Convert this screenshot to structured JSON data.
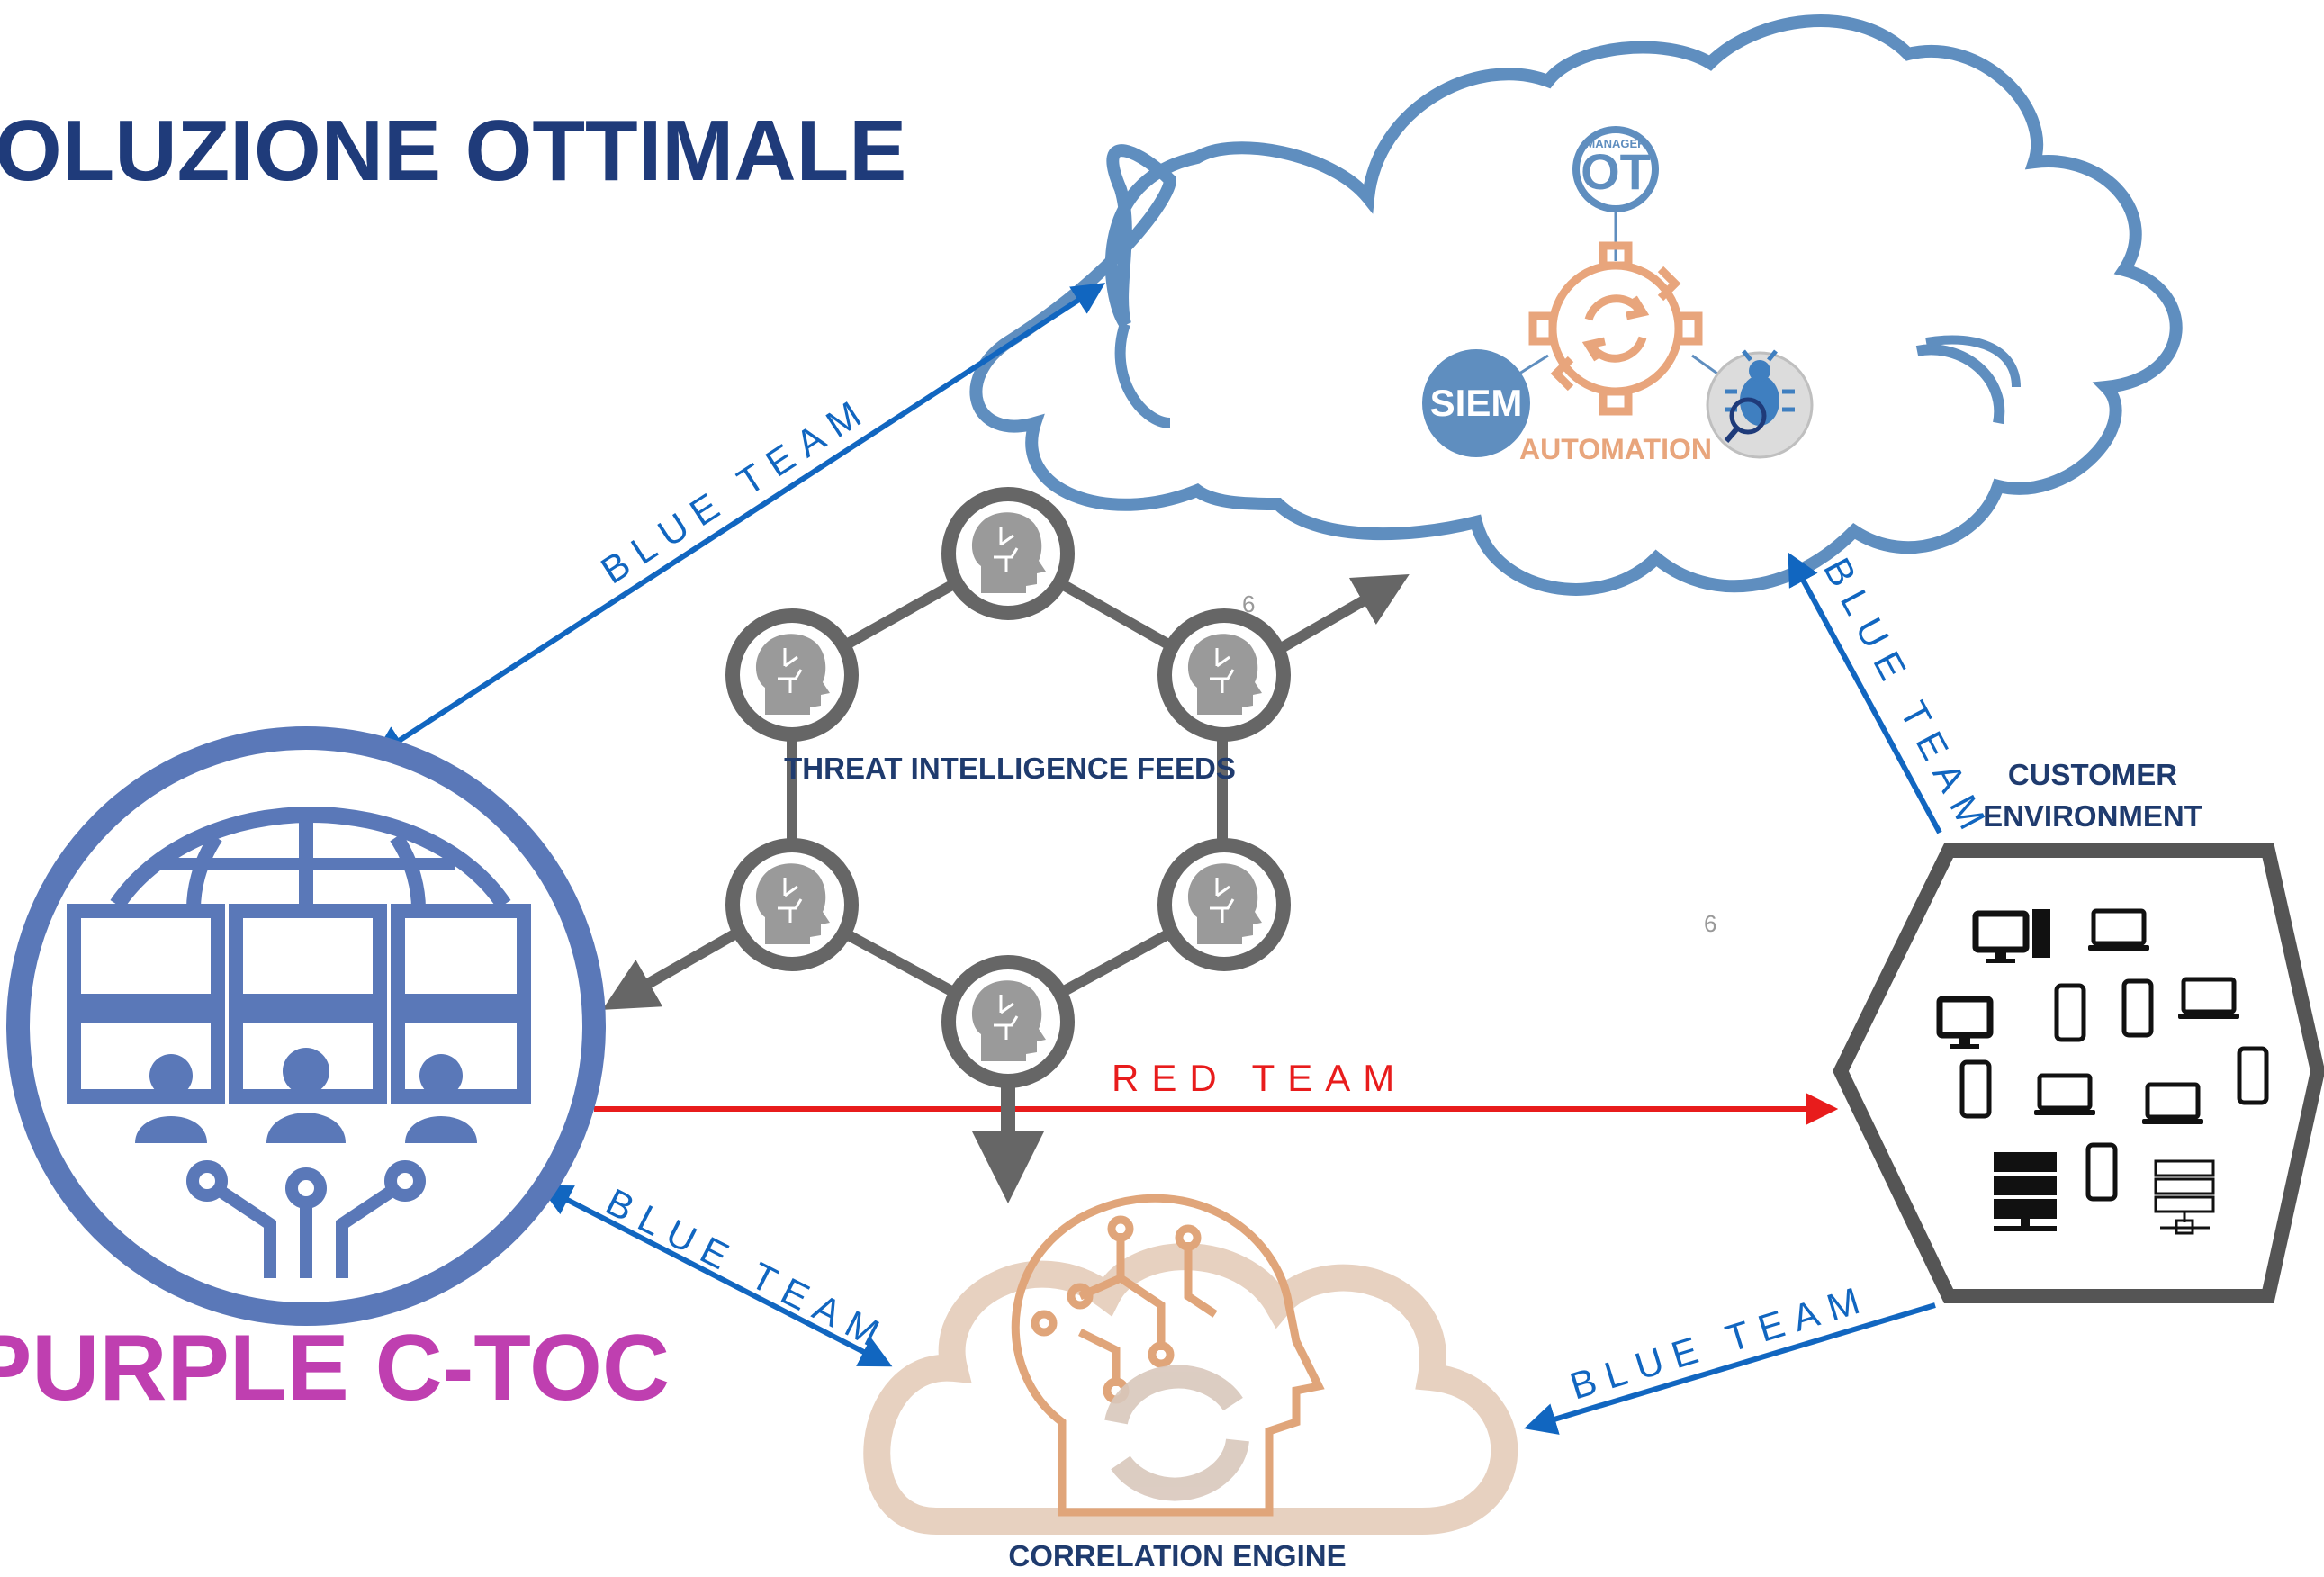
{
  "title": "OLUZIONE OTTIMALE",
  "purple_label": "PURPLE C-TOC",
  "threat_feeds_label": "THREAT INTELLIGENCE FEEDS",
  "customer_env": {
    "line1": "CUSTOMER",
    "line2": "ENVIRONMENT"
  },
  "correlation_label": "CORRELATION ENGINE",
  "cloud": {
    "siem": "SIEM",
    "automation": "AUTOMATION",
    "manager_small": "MANAGER",
    "manager_ot": "OT"
  },
  "team_labels": {
    "blue_top_left": "BLUE TEAM",
    "blue_right": "BLUE TEAM",
    "blue_bottom_left": "BLUE TEAM",
    "blue_bottom_right": "BLUE TEAM",
    "red": "RED TEAM"
  },
  "slide_numbers": {
    "a": "6",
    "b": "6"
  },
  "colors": {
    "title": "#1f3b7a",
    "purple": "#bf3fb0",
    "blue_team": "#1166c0",
    "red_team": "#e81c1c",
    "cloud": "#5f8ebf",
    "network": "#666666",
    "automation": "#e8a57c",
    "soc_globe": "#5a78b8"
  },
  "icons": {
    "soc": "globe-monitors-people-icon",
    "threat_node": "brain-head-icon",
    "correlation": "ai-head-cloud-icon",
    "automation": "gear-sync-icon",
    "bug": "bug-search-icon",
    "devices": [
      "desktop-icon",
      "laptop-icon",
      "phone-icon",
      "server-icon",
      "tablet-icon"
    ]
  }
}
